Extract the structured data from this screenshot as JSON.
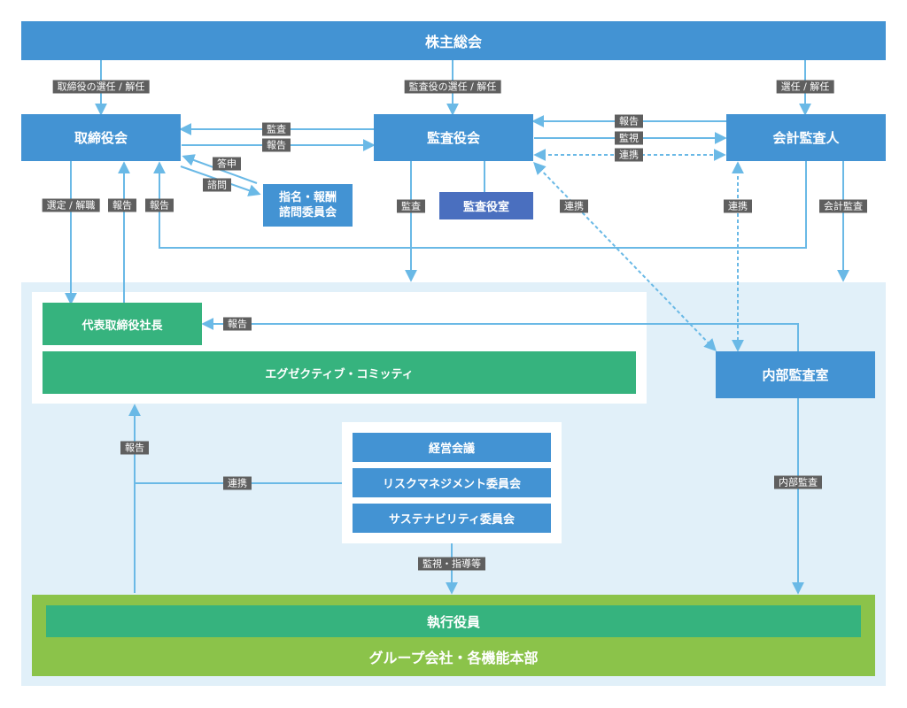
{
  "nodes": {
    "shareholders": "株主総会",
    "board": "取締役会",
    "audit_board": "監査役会",
    "accounting_auditor": "会計監査人",
    "nomination_committee": "指名・報酬\n諮問委員会",
    "audit_office": "監査役室",
    "president": "代表取締役社長",
    "executive_committee": "エグゼクティブ・コミッティ",
    "internal_audit": "内部監査室",
    "management_meeting": "経営会議",
    "risk_committee": "リスクマネジメント委員会",
    "sustainability_committee": "サステナビリティ委員会",
    "executive_officers": "執行役員",
    "group_companies": "グループ会社・各機能本部"
  },
  "labels": {
    "board_appointment": "取締役の選任 / 解任",
    "auditor_appointment": "監査役の選任 / 解任",
    "accountant_appointment": "選任 / 解任",
    "audit_to_board": "監査",
    "report_to_audit": "報告",
    "report_to_audit_from_acc": "報告",
    "monitor_acc": "監視",
    "cooperation_audit_acc": "連携",
    "answer": "答申",
    "inquiry": "諮問",
    "select_dismiss": "選定 / 解職",
    "report_president_board": "報告",
    "report_internal_board": "報告",
    "audit_down": "監査",
    "cooperation_audit_internal": "連携",
    "cooperation_acc_internal": "連携",
    "accounting_audit": "会計監査",
    "report_internal_president": "報告",
    "report_exec_executive": "報告",
    "cooperation_meetings": "連携",
    "monitor_guidance": "監視・指導等",
    "internal_audit_label": "内部監査"
  },
  "colors": {
    "blue": "#4393d3",
    "dark_blue": "#4a6fbf",
    "green": "#36b37e",
    "light_green": "#8bc34a",
    "panel": "#e1f0f9",
    "line": "#6ab9e6",
    "label_bg": "#5f5f5f"
  }
}
